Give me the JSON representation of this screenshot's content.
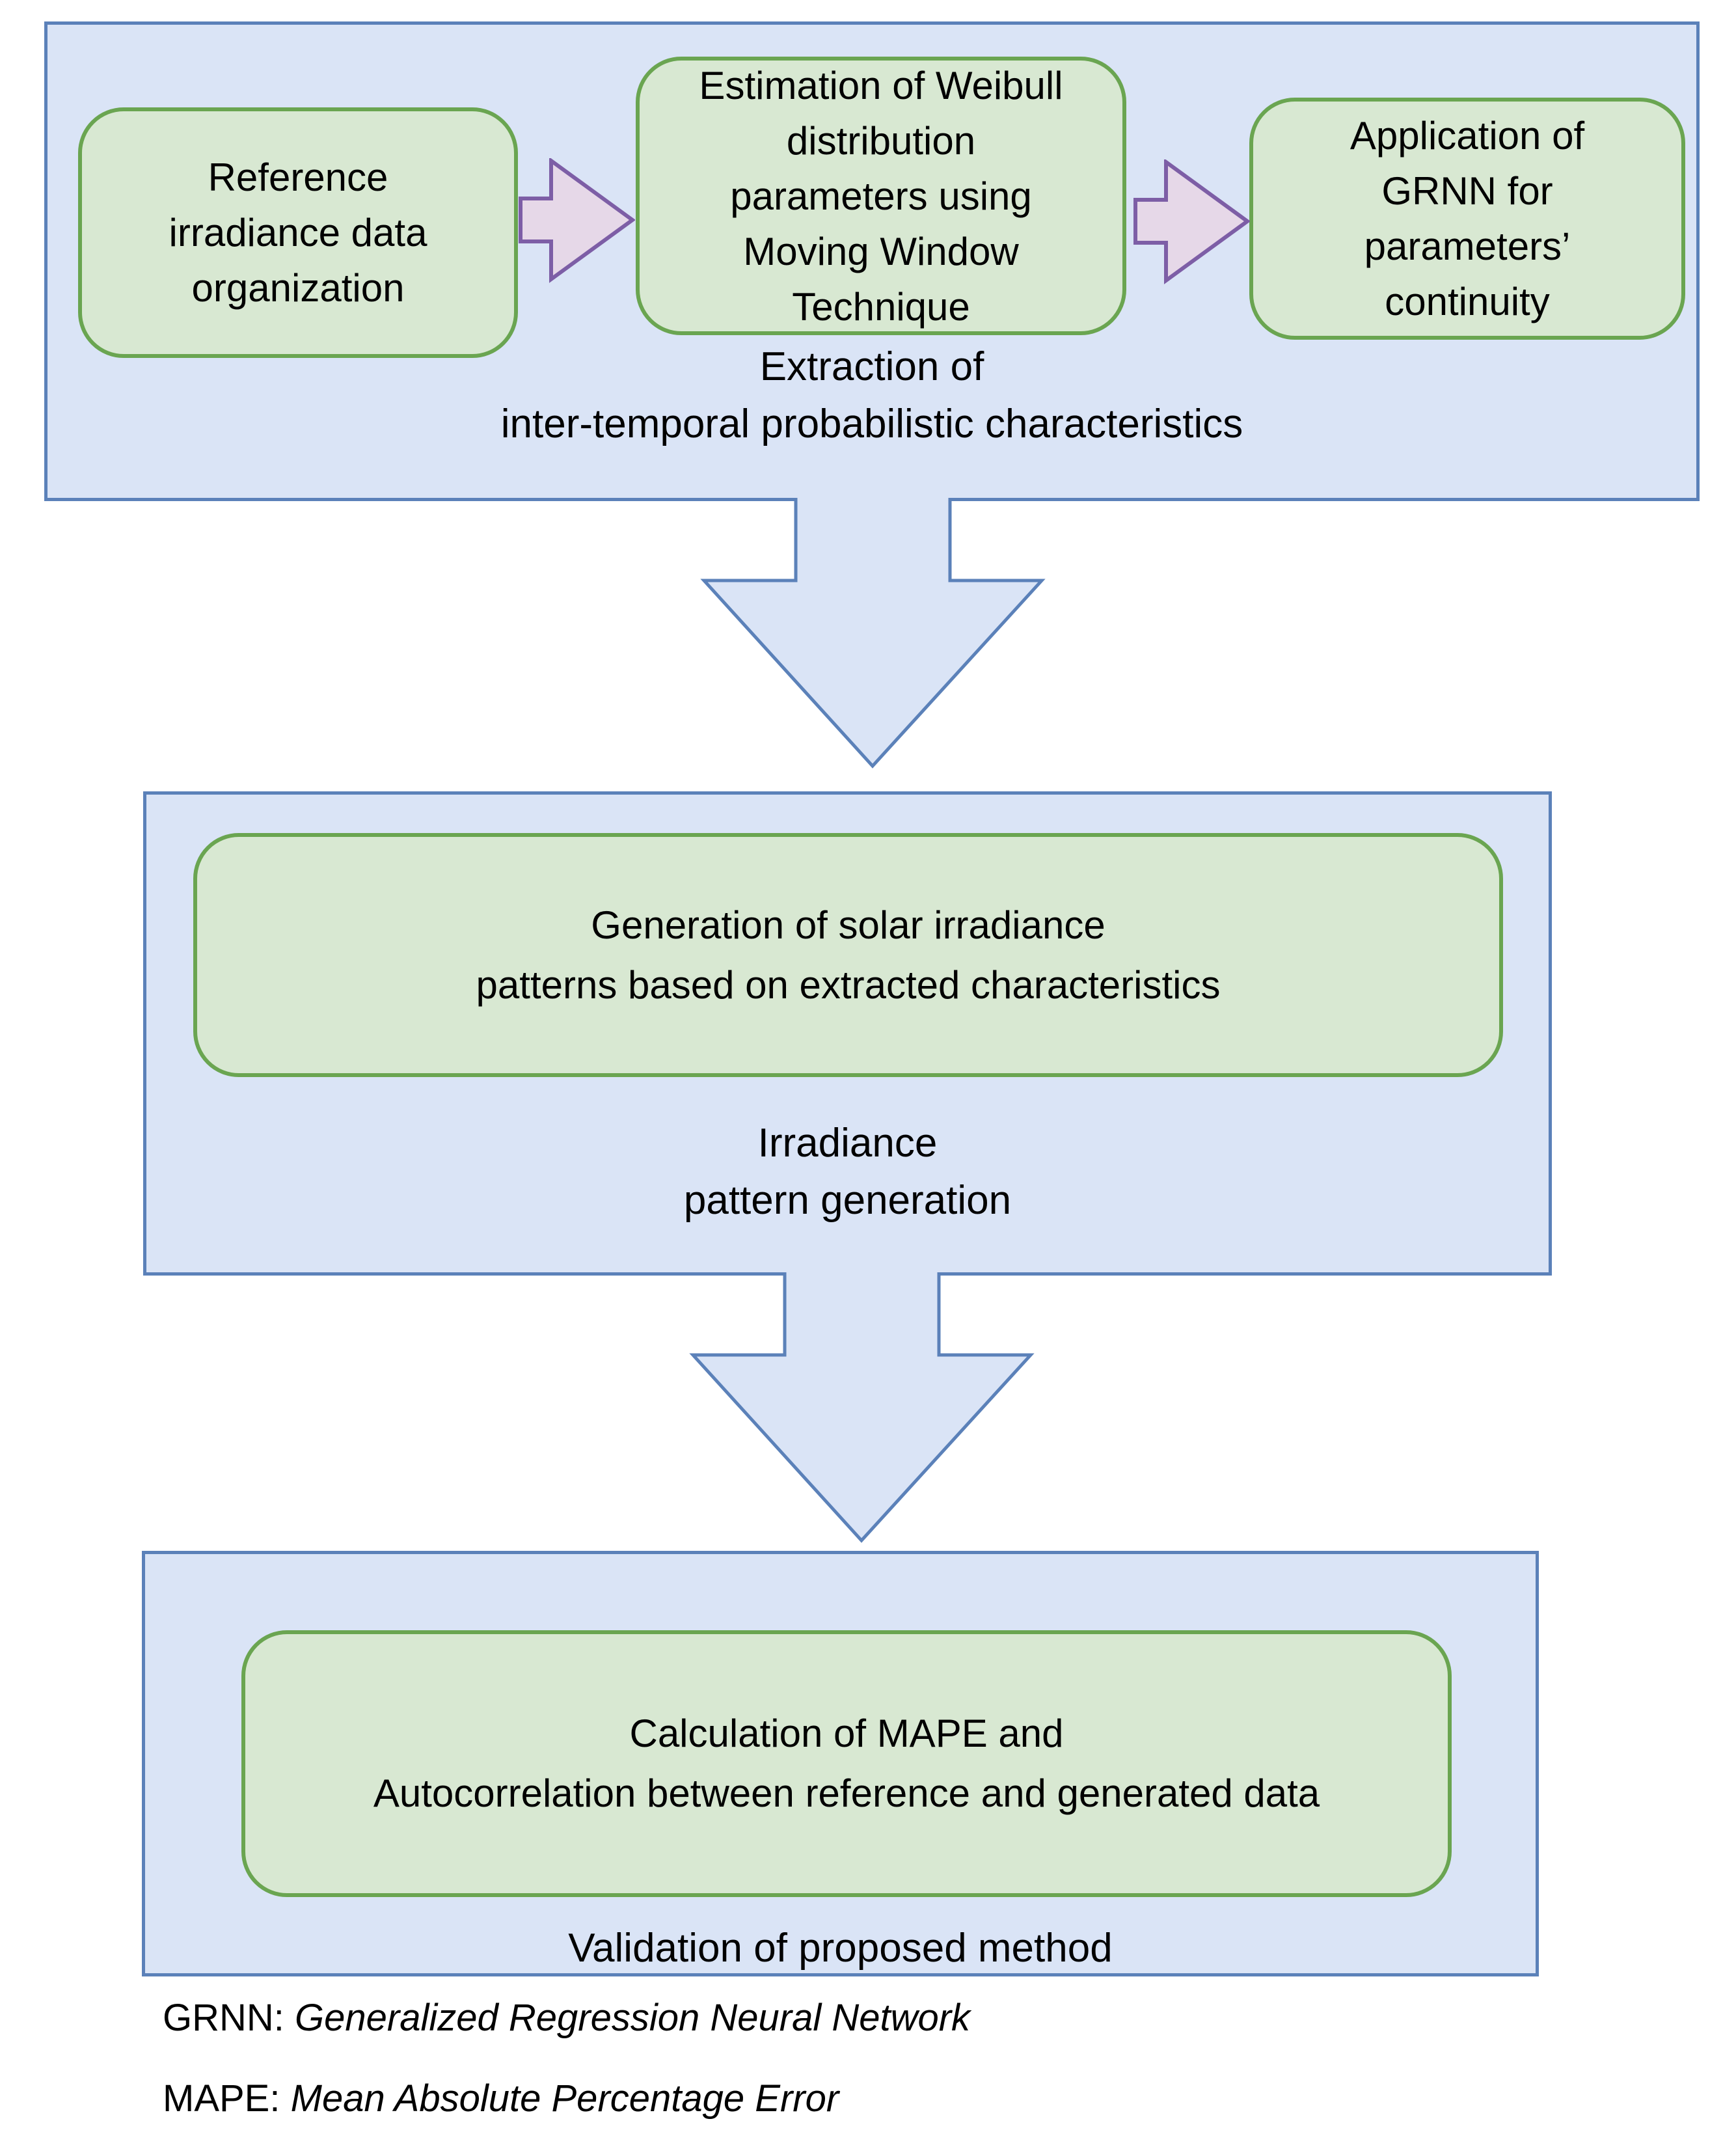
{
  "sections": [
    {
      "name": "extraction",
      "caption_lines": [
        "Extraction of",
        "inter-temporal probabilistic characteristics"
      ],
      "boxes": [
        {
          "lines": [
            "Reference",
            "irradiance data",
            "organization"
          ]
        },
        {
          "lines": [
            "Estimation of Weibull",
            "distribution",
            "parameters using",
            "Moving Window",
            "Technique"
          ]
        },
        {
          "lines": [
            "Application of",
            "GRNN for",
            "parameters’",
            "continuity"
          ]
        }
      ]
    },
    {
      "name": "generation",
      "caption_lines": [
        "Irradiance",
        "pattern generation"
      ],
      "boxes": [
        {
          "lines": [
            "Generation of solar irradiance",
            "patterns based on extracted characteristics"
          ]
        }
      ]
    },
    {
      "name": "validation",
      "caption_lines": [
        "Validation of proposed method"
      ],
      "boxes": [
        {
          "lines": [
            "Calculation of MAPE and",
            "Autocorrelation between reference and generated data"
          ]
        }
      ]
    }
  ],
  "footnotes": [
    {
      "abbr": "GRNN:",
      "definition": "Generalized Regression Neural Network"
    },
    {
      "abbr": "MAPE:",
      "definition": "Mean Absolute Percentage Error"
    }
  ],
  "colors": {
    "section_fill": "#dae4f6",
    "section_border": "#5b81b9",
    "box_fill": "#d8e8d2",
    "box_border": "#6aa551",
    "step_arrow_fill": "#e6d8e8",
    "step_arrow_border": "#7d5ea6",
    "big_arrow_fill": "#dae4f6",
    "big_arrow_border": "#5b81b9",
    "text": "#000000"
  }
}
